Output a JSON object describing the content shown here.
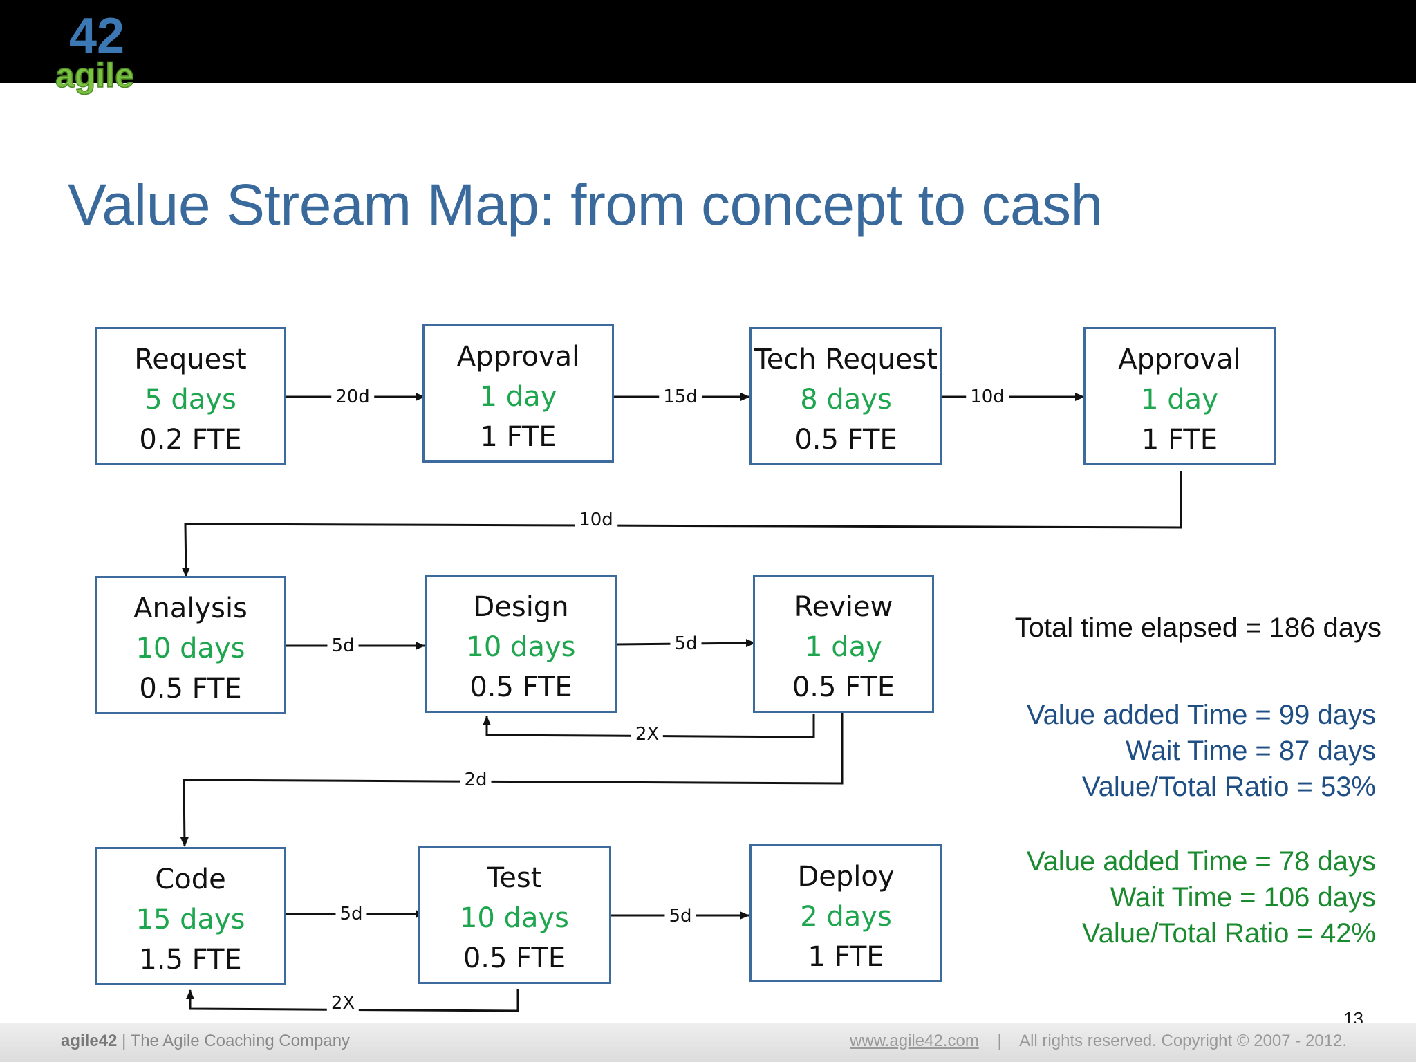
{
  "logo": {
    "number": "42",
    "word": "agile"
  },
  "title": "Value Stream Map: from concept to cash",
  "steps": [
    {
      "name": "Request",
      "days": "5 days",
      "fte": "0.2 FTE"
    },
    {
      "name": "Approval",
      "days": "1 day",
      "fte": "1 FTE"
    },
    {
      "name": "Tech Request",
      "days": "8 days",
      "fte": "0.5 FTE"
    },
    {
      "name": "Approval",
      "days": "1 day",
      "fte": "1 FTE"
    },
    {
      "name": "Analysis",
      "days": "10 days",
      "fte": "0.5 FTE"
    },
    {
      "name": "Design",
      "days": "10 days",
      "fte": "0.5 FTE"
    },
    {
      "name": "Review",
      "days": "1 day",
      "fte": "0.5 FTE"
    },
    {
      "name": "Code",
      "days": "15 days",
      "fte": "1.5 FTE"
    },
    {
      "name": "Test",
      "days": "10 days",
      "fte": "0.5 FTE"
    },
    {
      "name": "Deploy",
      "days": "2 days",
      "fte": "1 FTE"
    }
  ],
  "waits": [
    "20d",
    "15d",
    "10d",
    "10d",
    "5d",
    "5d",
    "2X",
    "2d",
    "5d",
    "5d",
    "2X"
  ],
  "stats": {
    "total": "Total time elapsed = 186 days",
    "before": {
      "value_added": "Value added Time = 99 days",
      "wait": "Wait Time = 87 days",
      "ratio": "Value/Total Ratio = 53%"
    },
    "after": {
      "value_added": "Value added Time = 78 days",
      "wait": "Wait Time = 106 days",
      "ratio": "Value/Total Ratio = 42%"
    }
  },
  "footer": {
    "brand": "agile42",
    "tagline": "| The Agile Coaching Company",
    "url": "www.agile42.com",
    "separator": "|",
    "copyright": "All rights reserved. Copyright © 2007 - 2012."
  },
  "page_number": "13",
  "colors": {
    "title": "#3a6a9c",
    "box_border": "#3d6b9d",
    "days": "#1ea64f",
    "stats_blue": "#1f4e84",
    "stats_green": "#1a8a2e"
  }
}
